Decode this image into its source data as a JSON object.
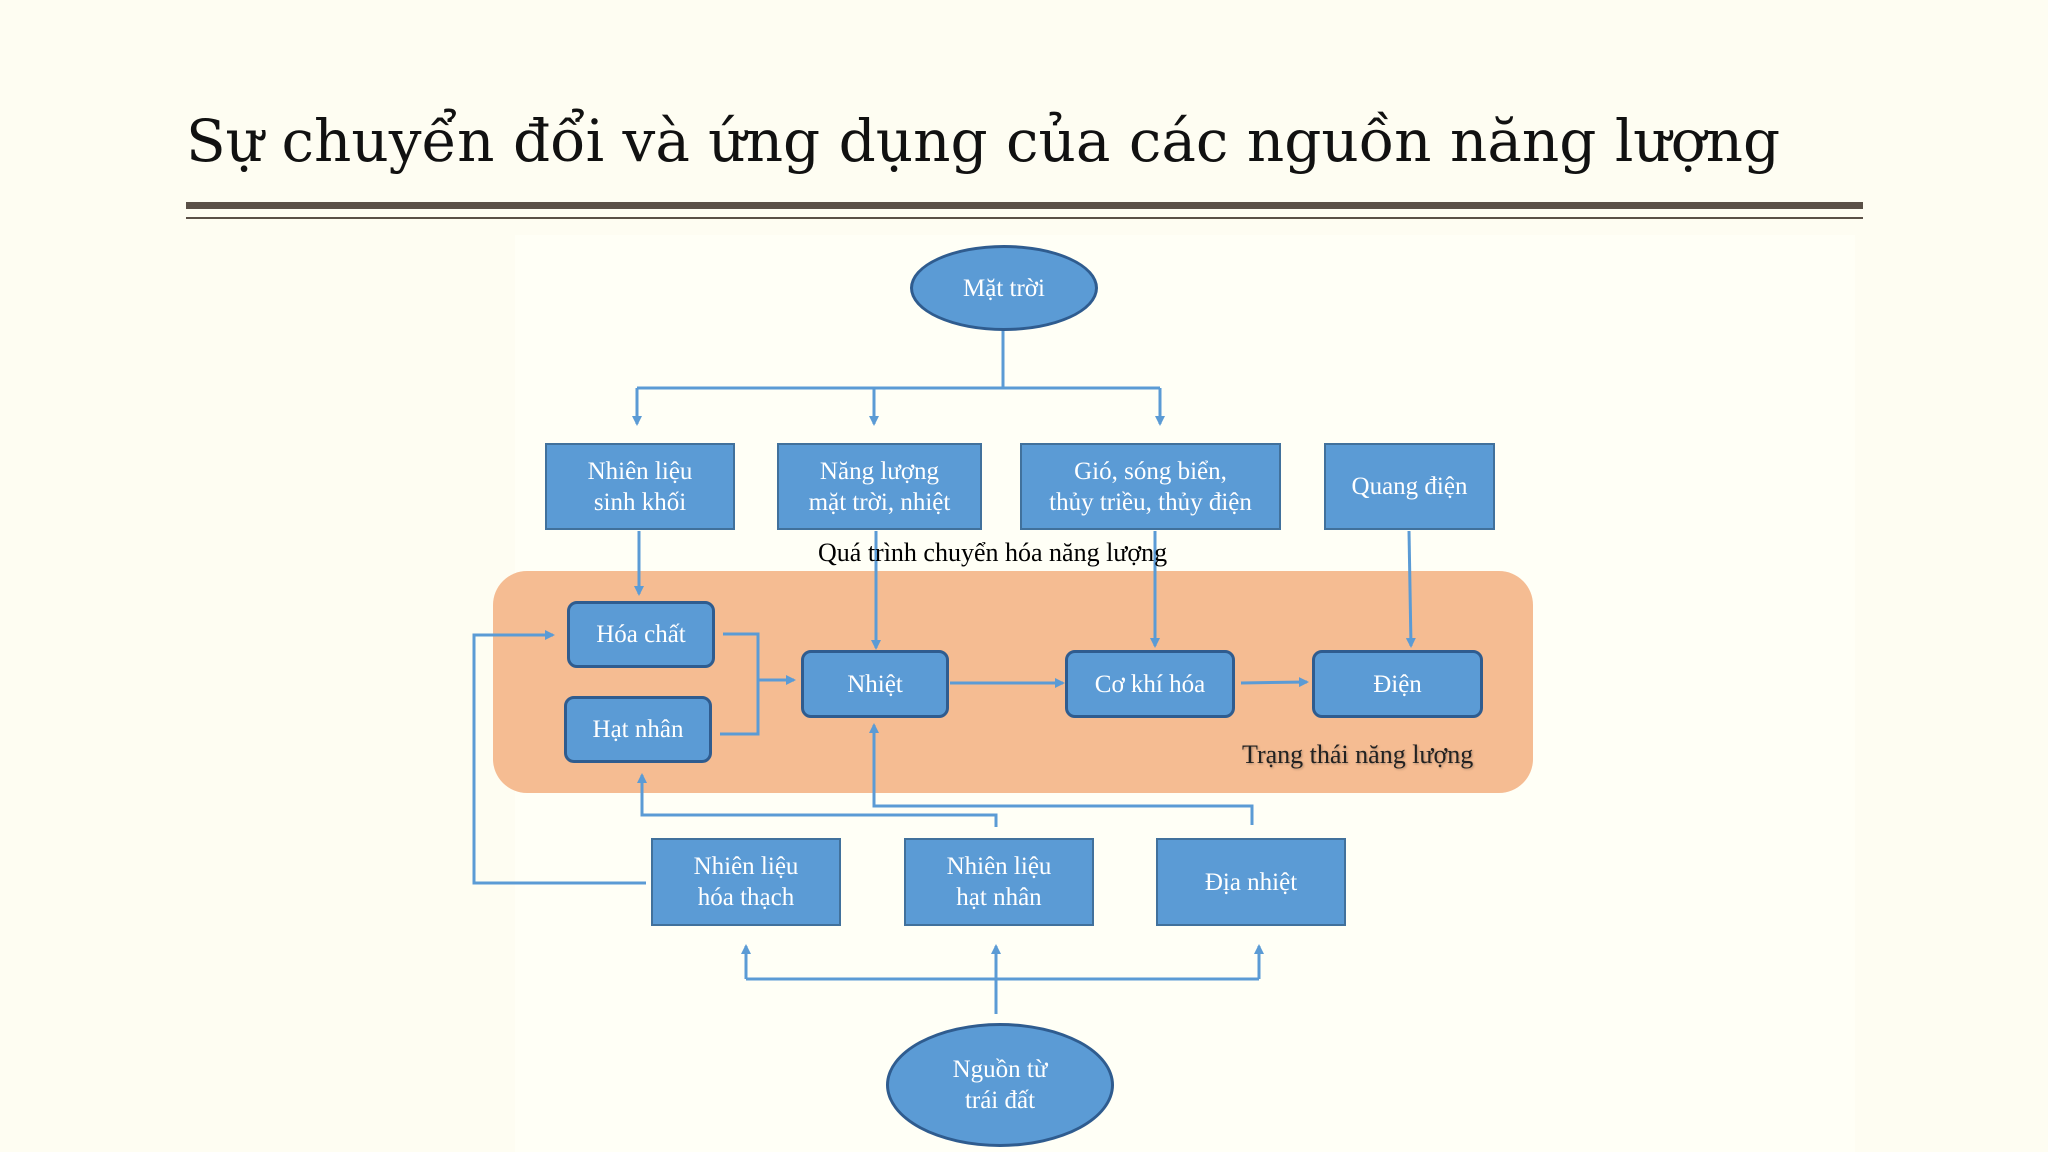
{
  "title": "Sự chuyển đổi và ứng dụng của các nguồn năng lượng",
  "colors": {
    "node_fill": "#5b9bd5",
    "node_border": "#41719c",
    "band_fill": "#f5bc92",
    "arrow": "#5b9bd5",
    "rule": "#5a5047"
  },
  "diagram": {
    "process_label": "Quá trình chuyển hóa năng lượng",
    "state_label": "Trạng thái năng lượng",
    "nodes": {
      "sun": "Mặt trời",
      "biomass": "Nhiên liệu\nsinh khối",
      "solar_thermal": "Năng lượng\nmặt trời, nhiệt",
      "wind_hydro": "Gió, sóng biển,\nthủy triều, thủy điện",
      "photovoltaic": "Quang điện",
      "chemical": "Hóa chất",
      "nuclear": "Hạt nhân",
      "heat": "Nhiệt",
      "mechanical": "Cơ khí hóa",
      "electricity": "Điện",
      "fossil_fuel": "Nhiên liệu\nhóa thạch",
      "nuclear_fuel": "Nhiên liệu\nhạt nhân",
      "geothermal": "Địa nhiệt",
      "earth_source": "Nguồn từ\ntrái đất"
    }
  }
}
